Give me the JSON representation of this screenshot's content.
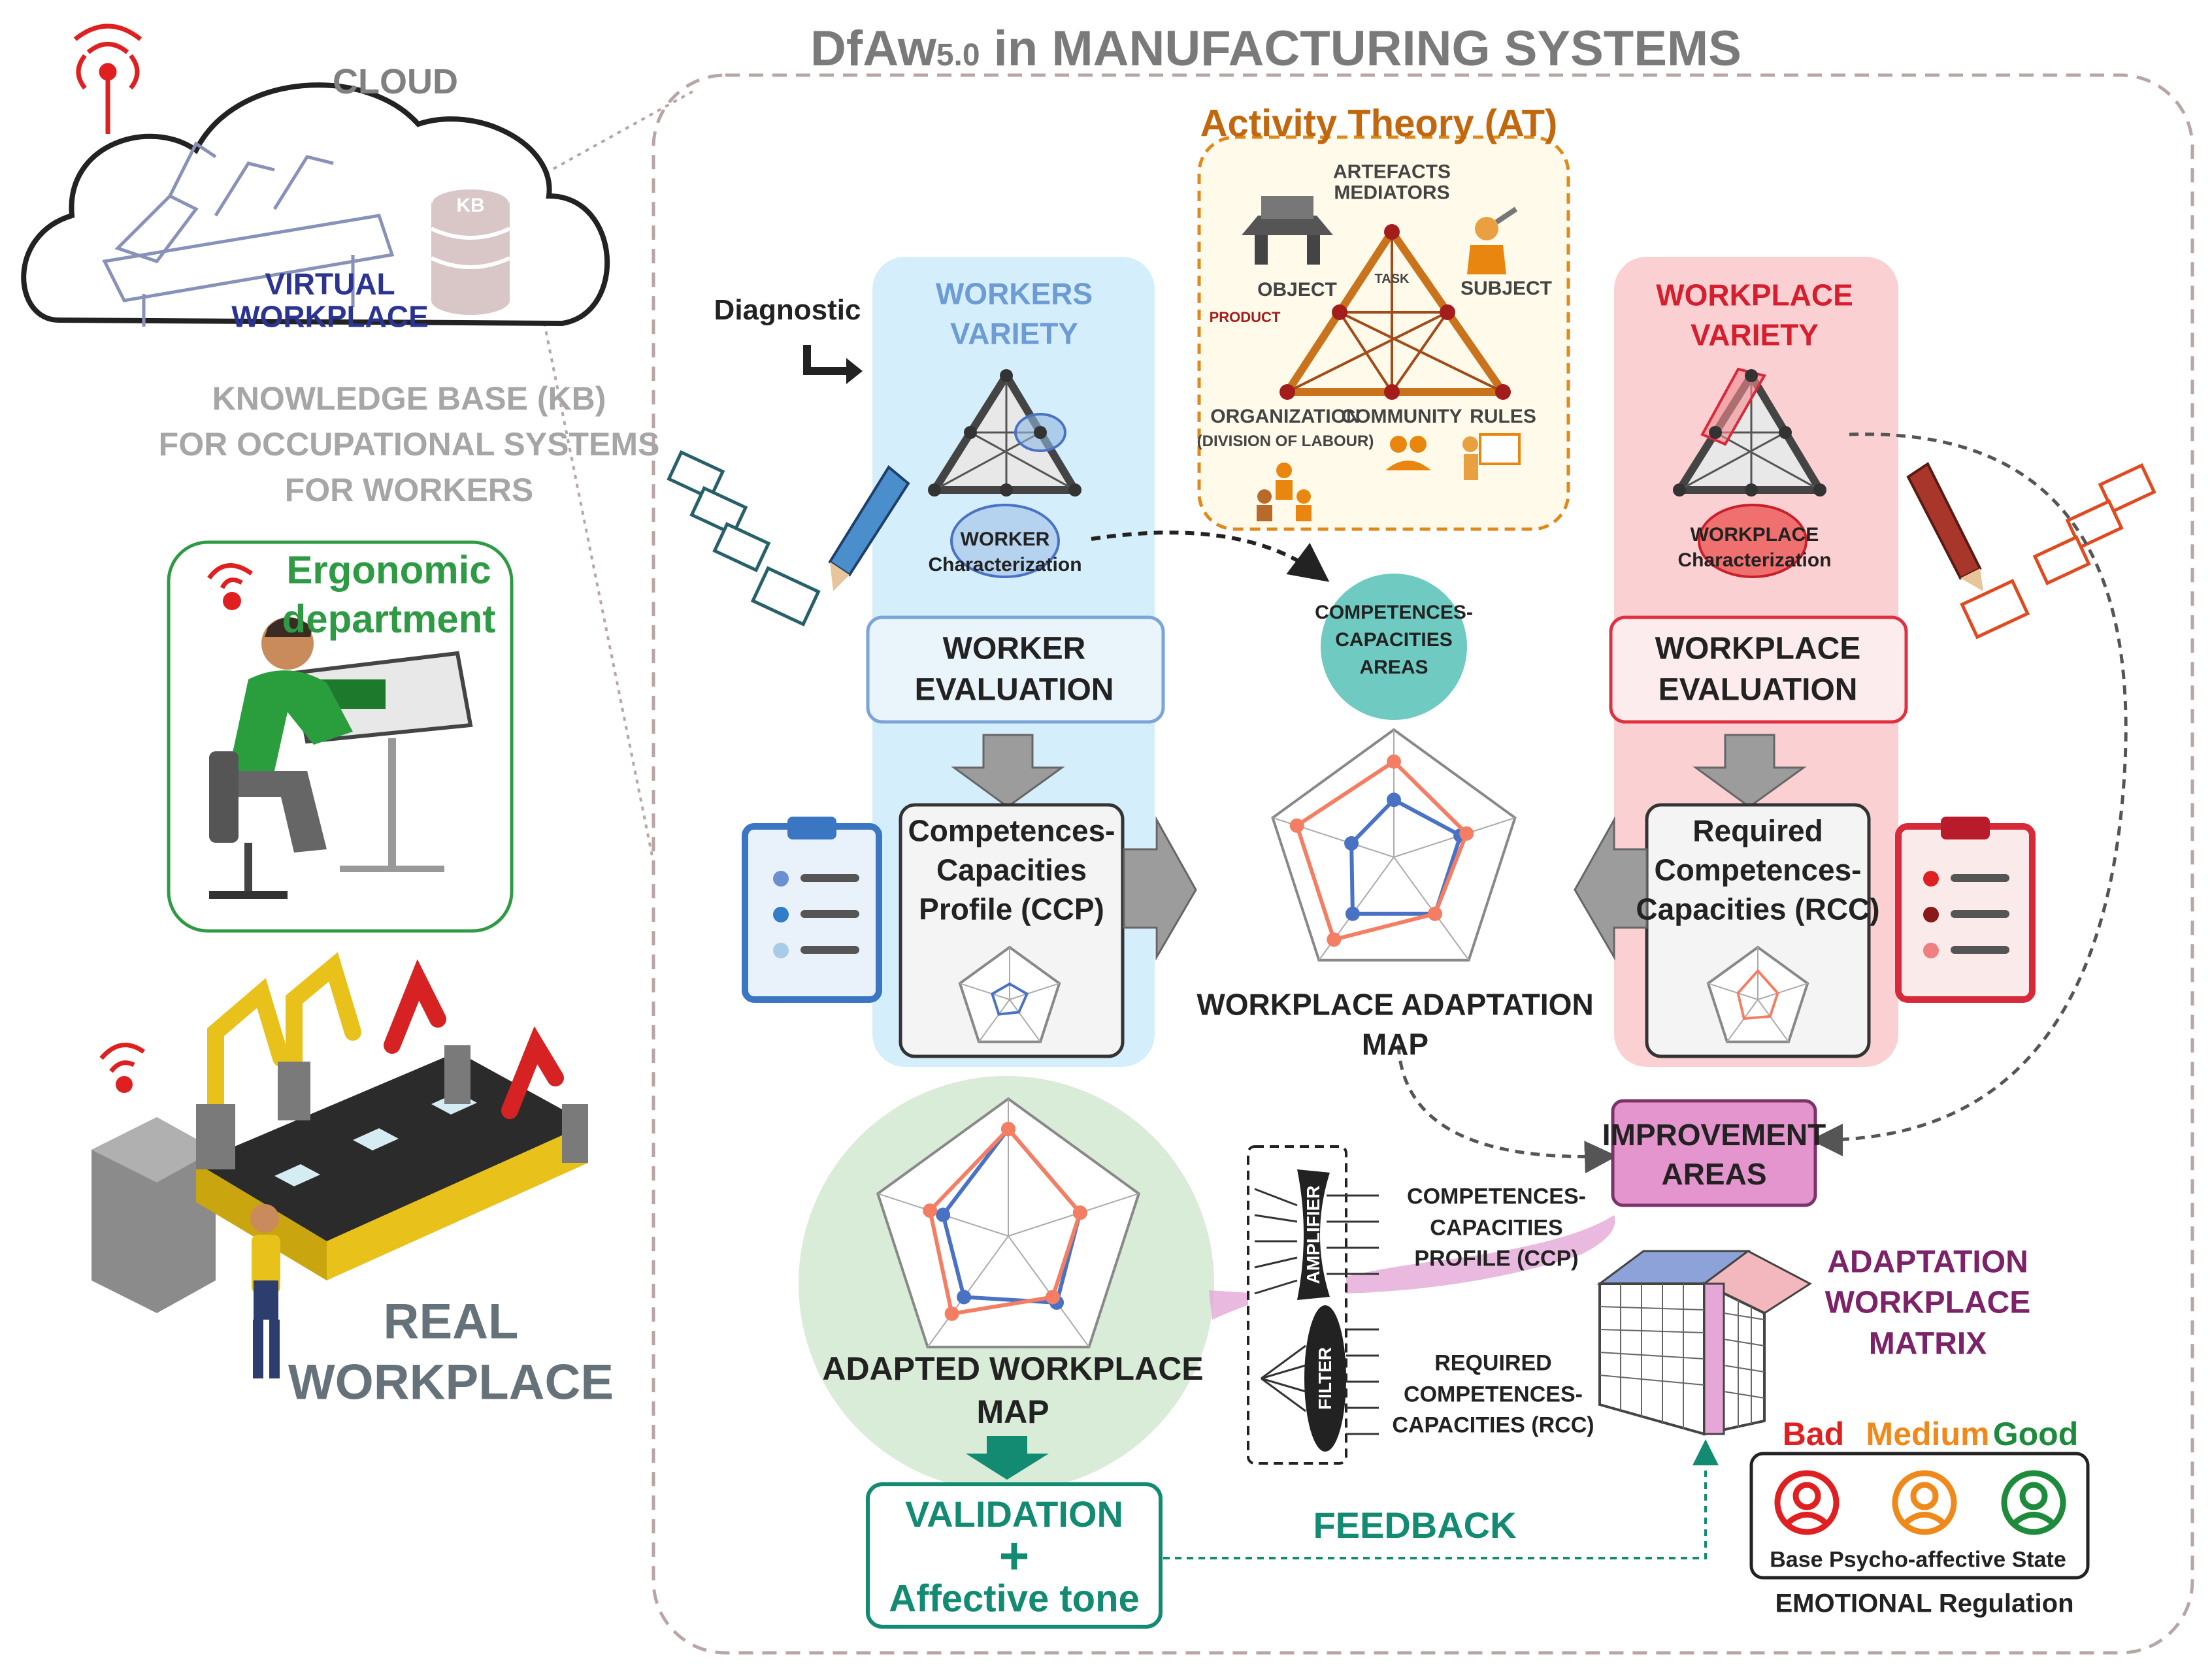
{
  "title": {
    "prefix": "DfAw",
    "subscript": "5.0",
    "suffix": " in MANUFACTURING SYSTEMS"
  },
  "cloud": {
    "label": "CLOUD",
    "kb_label": "KB",
    "virtual_workplace": "VIRTUAL\nWORKPLACE"
  },
  "knowledge_base": "KNOWLEDGE BASE (KB)\nFOR OCCUPATIONAL SYSTEMS\nFOR WORKERS",
  "ergonomic_department": "Ergonomic\ndepartment",
  "real_workplace": "REAL\nWORKPLACE",
  "activity_theory": {
    "title": "Activity Theory (AT)",
    "artefacts": "ARTEFACTS\nMEDIATORS",
    "task": "TASK",
    "object": "OBJECT",
    "product": "PRODUCT",
    "subject": "SUBJECT",
    "organization": "ORGANIZATION",
    "division": "(DIVISION OF LABOUR)",
    "community": "COMMUNITY",
    "rules": "RULES"
  },
  "diagnostic": "Diagnostic",
  "workers": {
    "variety": "WORKERS\nVARIETY",
    "characterization": "WORKER\nCharacterization",
    "evaluation": "WORKER\nEVALUATION",
    "profile": "Competences-\nCapacities\nProfile (CCP)"
  },
  "workplace": {
    "variety": "WORKPLACE\nVARIETY",
    "characterization": "WORKPLACE\nCharacterization",
    "evaluation": "WORKPLACE\nEVALUATION",
    "profile": "Required\nCompetences-\nCapacities (RCC)"
  },
  "competences_areas": "COMPETENCES-\nCAPACITIES\nAREAS",
  "adaptation_map": "WORKPLACE ADAPTATION\nMAP",
  "improvement_areas": "IMPROVEMENT\nAREAS",
  "adapted_map": "ADAPTED WORKPLACE\nMAP",
  "validation": {
    "line1": "VALIDATION",
    "plus": "+",
    "line2": "Affective tone"
  },
  "amplifier": "AMPLIFIER",
  "filter": "FILTER",
  "ccp_label": "COMPETENCES-\nCAPACITIES\nPROFILE (CCP)",
  "rcc_label": "REQUIRED\nCOMPETENCES-\nCAPACITIES (RCC)",
  "matrix": "ADAPTATION\nWORKPLACE\nMATRIX",
  "feedback": "FEEDBACK",
  "emotional": {
    "bad": "Bad",
    "medium": "Medium",
    "good": "Good",
    "state": "Base Psycho-affective State",
    "regulation": "EMOTIONAL Regulation"
  },
  "colors": {
    "blue": "#4a72c4",
    "salmon": "#f47e64",
    "workers_panel": "#d5eefb",
    "workplace_panel": "#fbd0d2",
    "green_circle": "#d8ecd7",
    "teal": "#138a72",
    "magenta": "#c25fa6",
    "orange": "#d9711c",
    "purple": "#7b2268",
    "dark_red": "#c8202b"
  },
  "radar": {
    "adaptation_map": {
      "blue": [
        0.45,
        0.55,
        0.55,
        0.55,
        0.35
      ],
      "salmon": [
        0.75,
        0.6,
        0.55,
        0.8,
        0.8
      ]
    },
    "adapted_map": {
      "blue": [
        0.78,
        0.55,
        0.6,
        0.55,
        0.5
      ],
      "salmon": [
        0.78,
        0.55,
        0.55,
        0.7,
        0.6
      ]
    },
    "ccp": {
      "blue": [
        0.3,
        0.35,
        0.3,
        0.35,
        0.35
      ]
    },
    "rcc": {
      "salmon": [
        0.55,
        0.4,
        0.4,
        0.45,
        0.4
      ]
    }
  }
}
